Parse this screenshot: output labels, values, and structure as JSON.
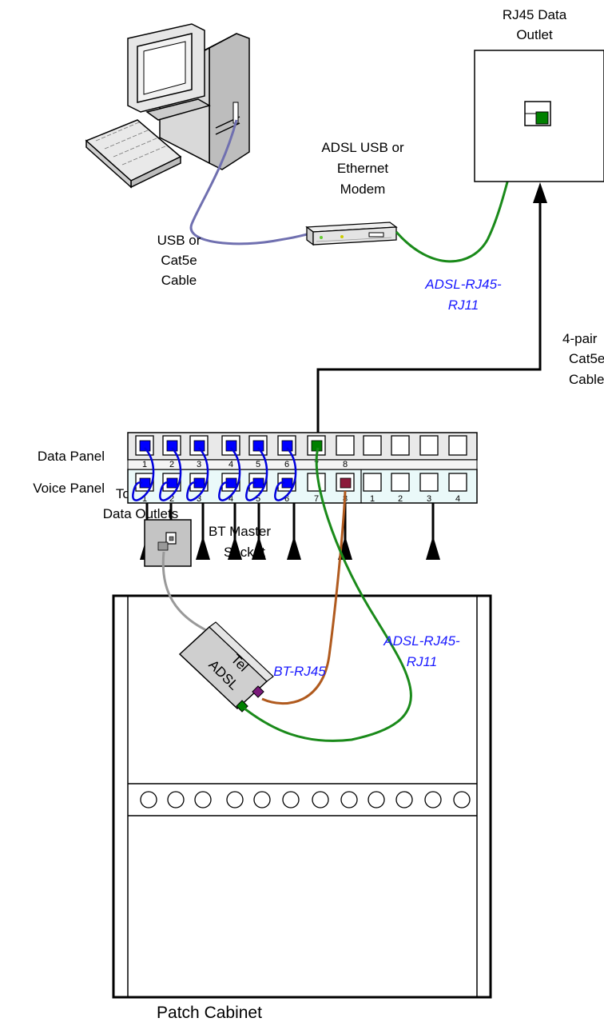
{
  "labels": {
    "rj45_outlet_line1": "RJ45 Data",
    "rj45_outlet_line2": "Outlet",
    "modem_line1": "ADSL USB or",
    "modem_line2": "Ethernet",
    "modem_line3": "Modem",
    "usb_cable_line1": "USB or",
    "usb_cable_line2": "Cat5e",
    "usb_cable_line3": "Cable",
    "adsl_top_line1": "ADSL-RJ45-",
    "adsl_top_line2": "RJ11",
    "cat5e_line1": "4-pair",
    "cat5e_line2": "Cat5e",
    "cat5e_line3": "Cable",
    "to_rj45_line1": "To RJ45",
    "to_rj45_line2": "Data Outlets",
    "data_panel": "Data Panel",
    "voice_panel": "Voice Panel",
    "bt_master_line1": "BT Master",
    "bt_master_line2": "Socket",
    "bt_rj45": "BT-RJ45",
    "adsl_bottom_line1": "ADSL-RJ45-",
    "adsl_bottom_line2": "RJ11",
    "filter_tel": "Tel",
    "filter_adsl": "ADSL",
    "patch_cabinet": "Patch Cabinet"
  },
  "data_panel_numbers": [
    "1",
    "2",
    "3",
    "4",
    "5",
    "6",
    "7",
    "8"
  ],
  "voice_panel_numbers": [
    "1",
    "2",
    "3",
    "4",
    "5",
    "6",
    "7",
    "8",
    "1",
    "2",
    "3",
    "4"
  ],
  "colors": {
    "port_blue": "#0000ff",
    "port_green": "#008000",
    "port_maroon": "#8b1a3a",
    "cable_green": "#1a8a1a",
    "cable_brown": "#b05a1e",
    "cable_purple": "#7070b0",
    "cable_grey": "#999999",
    "patch_blue": "#0000dd",
    "text_blue": "#1a1aff"
  }
}
